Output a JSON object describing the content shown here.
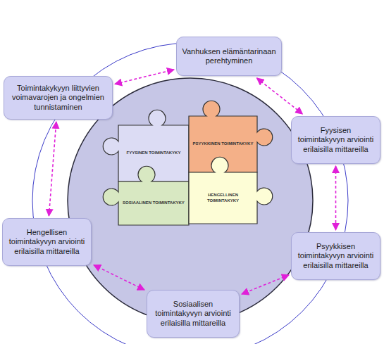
{
  "diagram": {
    "nodes": [
      {
        "text": [
          "Vanhuksen elämäntarinaan perehtyminen"
        ]
      },
      {
        "text": [
          "Fyysisen toimintakyvyn arviointi erilaisilla mittareilla"
        ]
      },
      {
        "text": [
          "Psyykkisen toimintakyvyn arviointi erilaisilla mittareilla"
        ]
      },
      {
        "text": [
          "Sosiaalisen toimintakyvyn arviointi erilaisilla mittareilla"
        ]
      },
      {
        "text": [
          "Hengellisen toimintakyvyn arviointi erilaisilla mittareilla"
        ]
      },
      {
        "text": [
          "Toimintakykyyn liittyvien voimavarojen ja ongelmien tunnistaminen"
        ]
      },
      {
        "text": [
          "FYYSINEN TOIMINTAKYKY"
        ]
      },
      {
        "text": [
          "PSYYKKINEN TOIMINTAKYKY"
        ]
      },
      {
        "text": [
          "SOSIAALINEN TOIMINTAKYKY"
        ]
      },
      {
        "text": [
          "HENGELLINEN TOIMINTAKYKY"
        ]
      }
    ],
    "edges": [
      {
        "from": 0,
        "to": 1,
        "arrow": "both"
      },
      {
        "from": 1,
        "to": 2,
        "arrow": "both"
      },
      {
        "from": 2,
        "to": 3,
        "arrow": "both"
      },
      {
        "from": 3,
        "to": 4,
        "arrow": "both"
      },
      {
        "from": 4,
        "to": 5,
        "arrow": "both"
      },
      {
        "from": 5,
        "to": 0,
        "arrow": "both"
      }
    ]
  }
}
